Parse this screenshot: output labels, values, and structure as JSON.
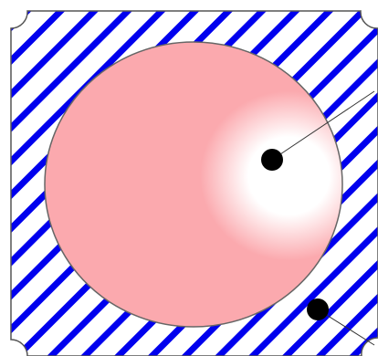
{
  "figure": {
    "frame": {
      "shape": "rounded-square-with-concave-corners",
      "stroke": "#555555"
    },
    "hatch": {
      "color": "#0000ee",
      "background": "#ffffff",
      "direction": "diagonal"
    },
    "circle": {
      "fill": "#fba9ae",
      "highlight": "#ffffff",
      "stroke": "#666666"
    },
    "pointers": [
      {
        "name": "pointer-in-circle",
        "dot_color": "#000000",
        "line_color": "#333333"
      },
      {
        "name": "pointer-in-hatch",
        "dot_color": "#000000",
        "line_color": "#333333"
      }
    ]
  }
}
